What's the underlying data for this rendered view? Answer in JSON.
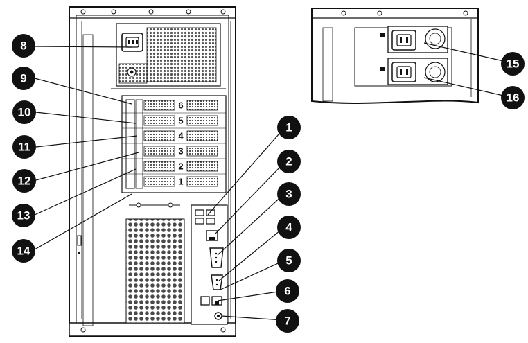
{
  "figure": {
    "pcie_slot_labels": [
      "6",
      "5",
      "4",
      "3",
      "2",
      "1"
    ],
    "callouts": [
      {
        "id": "1",
        "label": "1"
      },
      {
        "id": "2",
        "label": "2"
      },
      {
        "id": "3",
        "label": "3"
      },
      {
        "id": "4",
        "label": "4"
      },
      {
        "id": "5",
        "label": "5"
      },
      {
        "id": "6",
        "label": "6"
      },
      {
        "id": "7",
        "label": "7"
      },
      {
        "id": "8",
        "label": "8"
      },
      {
        "id": "9",
        "label": "9"
      },
      {
        "id": "10",
        "label": "10"
      },
      {
        "id": "11",
        "label": "11"
      },
      {
        "id": "12",
        "label": "12"
      },
      {
        "id": "13",
        "label": "13"
      },
      {
        "id": "14",
        "label": "14"
      },
      {
        "id": "15",
        "label": "15"
      },
      {
        "id": "16",
        "label": "16"
      }
    ]
  },
  "colors": {
    "ink": "#111111",
    "callout_fill": "#111111",
    "callout_text": "#ffffff",
    "panel_fill": "#ffffff",
    "vent_fill": "#6a6a6a"
  }
}
